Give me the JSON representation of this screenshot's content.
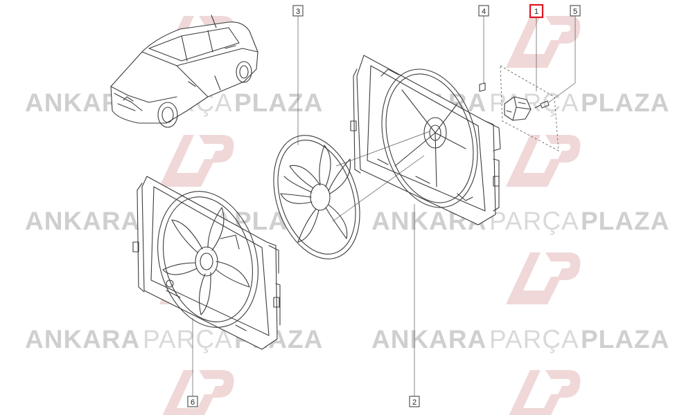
{
  "watermark": {
    "word1": "ANKARA",
    "word2": "PARÇA",
    "word3": "PLAZA",
    "logo_text": "AP",
    "color_strong": "#cfcfcf",
    "color_light": "#d9d9d9",
    "logo_color": "#f0d8d8"
  },
  "callouts": {
    "part1": "1",
    "part2": "2",
    "part3": "3",
    "part4": "4",
    "part5": "5",
    "part6": "6"
  },
  "highlight_color": "#e0141e",
  "icons": {
    "vehicle": "suv-car-illustration",
    "fan_assembly": "radiator-fan-assembly",
    "fan_blade": "fan-impeller",
    "fan_shroud": "fan-shroud-frame",
    "resistor": "fan-resistor-module",
    "clip": "clip-fastener",
    "screw": "screw-fastener"
  }
}
